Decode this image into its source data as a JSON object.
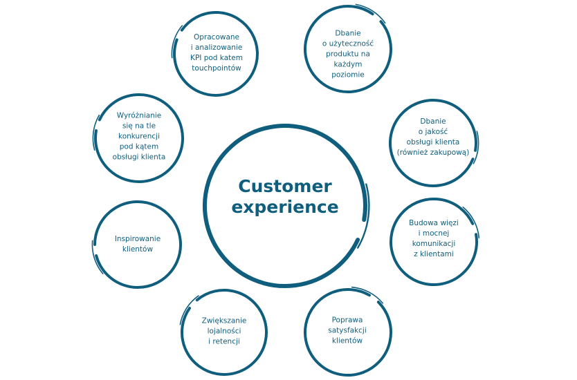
{
  "accent_color": "#0f5e7e",
  "center": {
    "label": "Customer\nexperience"
  },
  "nodes": [
    {
      "id": "kpi",
      "label": "Opracowane\ni analizowanie\nKPI pod katem\ntouchpointów"
    },
    {
      "id": "usability",
      "label": "Dbanie\no użyteczność\nproduktu na\nkażdym\npoziomie"
    },
    {
      "id": "service-quality",
      "label": "Dbanie\no jakość\nobsługi klienta\n(również zakupową)"
    },
    {
      "id": "relationships",
      "label": "Budowa więzi\ni mocnej\nkomunikacji\nz klientami"
    },
    {
      "id": "satisfaction",
      "label": "Poprawa\nsatysfakcji\nklientów"
    },
    {
      "id": "loyalty",
      "label": "Zwiększanie\nlojalności\ni retencji"
    },
    {
      "id": "inspiring",
      "label": "Inspirowanie\nklientów"
    },
    {
      "id": "differentiation",
      "label": "Wyróżnianie\nsię na tle\nkonkurencji\npod kątem\nobsługi klienta"
    }
  ]
}
